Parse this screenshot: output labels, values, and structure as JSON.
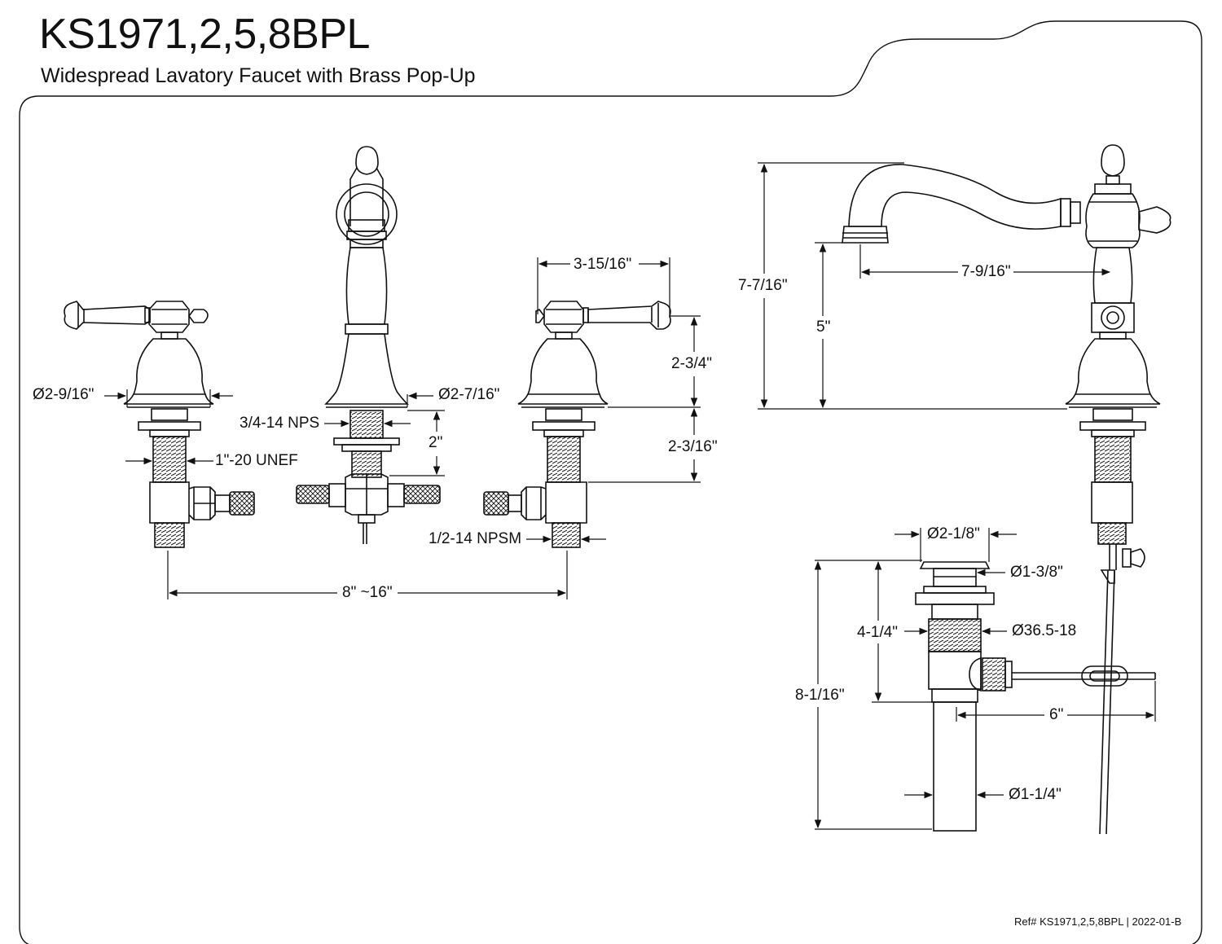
{
  "header": {
    "model": "KS1971,2,5,8BPL",
    "description": "Widespread Lavatory Faucet with Brass Pop-Up"
  },
  "dimensions": {
    "handle_base_diameter": "Ø2-9/16\"",
    "supply_thread": "1\"-20 UNEF",
    "spout_thread": "3/4-14 NPS",
    "spout_shank_length": "2\"",
    "spout_base_diameter": "Ø2-7/16\"",
    "handle_width": "3-15/16\"",
    "handle_height": "2-3/4\"",
    "handle_shank_length": "2-3/16\"",
    "outlet_thread": "1/2-14 NPSM",
    "center_spread": "8\" ~16\"",
    "faucet_height": "7-7/16\"",
    "spout_clearance": "5\"",
    "spout_reach": "7-9/16\"",
    "drain_flange_diameter": "Ø2-1/8\"",
    "drain_stopper_diameter": "Ø1-3/8\"",
    "drain_thread": "Ø36.5-18",
    "drain_body_length": "4-1/4\"",
    "drain_total_length": "8-1/16\"",
    "pivot_rod_length": "6\"",
    "tailpiece_diameter": "Ø1-1/4\""
  },
  "footer": {
    "reference": "Ref# KS1971,2,5,8BPL | 2022-01-B"
  }
}
